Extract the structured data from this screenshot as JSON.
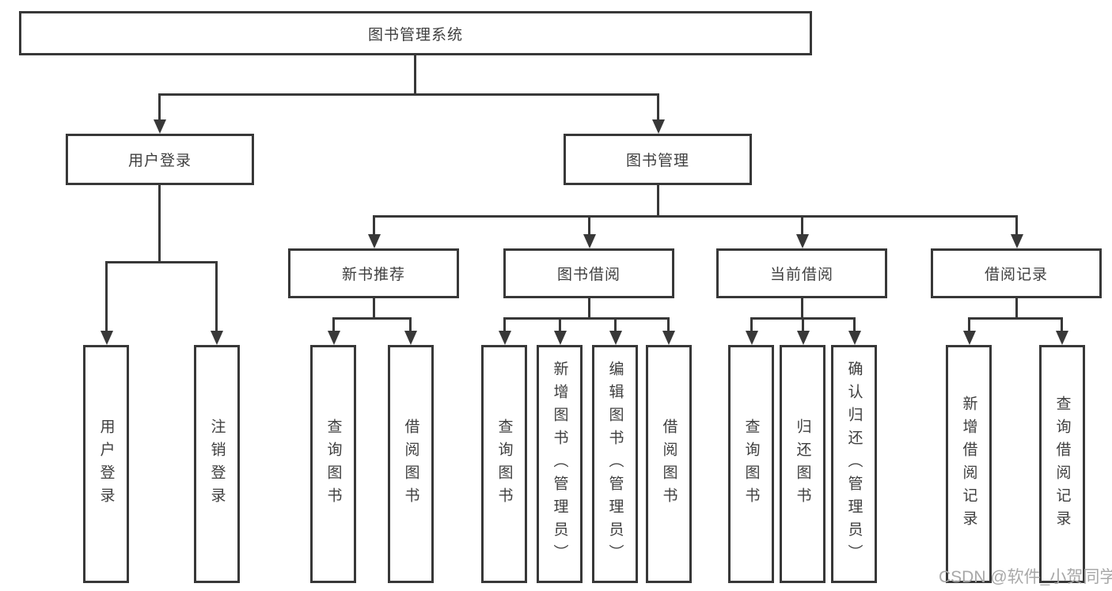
{
  "diagram": {
    "type": "hierarchy-tree",
    "levels": 4,
    "colors": {
      "line": "#383838",
      "box_border": "#383838",
      "text": "#3f3f3f",
      "background": "#ffffff",
      "watermark_text_color": "#a8a8a8"
    },
    "nodes": {
      "root": "图书管理系统",
      "user_login": "用户登录",
      "book_management": "图书管理",
      "new_book_recommend": "新书推荐",
      "book_borrow": "图书借阅",
      "current_borrow": "当前借阅",
      "borrow_record": "借阅记录",
      "leaf_user_login": "用户登录",
      "leaf_logout": "注销登录",
      "leaf_nb_query_book": "查询图书",
      "leaf_nb_borrow_book": "借阅图书",
      "leaf_bb_query_book": "查询图书",
      "leaf_bb_add_book": "新增图书（管理员）",
      "leaf_bb_edit_book": "编辑图书（管理员）",
      "leaf_bb_borrow_book": "借阅图书",
      "leaf_cb_query_book": "查询图书",
      "leaf_cb_return_book": "归还图书",
      "leaf_cb_confirm_return": "确认归还（管理员）",
      "leaf_br_add_record": "新增借阅记录",
      "leaf_br_query_record": "查询借阅记录"
    },
    "edges": [
      [
        "图书管理系统",
        "用户登录"
      ],
      [
        "图书管理系统",
        "图书管理"
      ],
      [
        "用户登录",
        "用户登录(叶)"
      ],
      [
        "用户登录",
        "注销登录"
      ],
      [
        "图书管理",
        "新书推荐"
      ],
      [
        "图书管理",
        "图书借阅"
      ],
      [
        "图书管理",
        "当前借阅"
      ],
      [
        "图书管理",
        "借阅记录"
      ],
      [
        "新书推荐",
        "查询图书"
      ],
      [
        "新书推荐",
        "借阅图书"
      ],
      [
        "图书借阅",
        "查询图书"
      ],
      [
        "图书借阅",
        "新增图书（管理员）"
      ],
      [
        "图书借阅",
        "编辑图书（管理员）"
      ],
      [
        "图书借阅",
        "借阅图书"
      ],
      [
        "当前借阅",
        "查询图书"
      ],
      [
        "当前借阅",
        "归还图书"
      ],
      [
        "当前借阅",
        "确认归还（管理员）"
      ],
      [
        "借阅记录",
        "新增借阅记录"
      ],
      [
        "借阅记录",
        "查询借阅记录"
      ]
    ],
    "watermark": "CSDN @软件_小贺同学"
  }
}
